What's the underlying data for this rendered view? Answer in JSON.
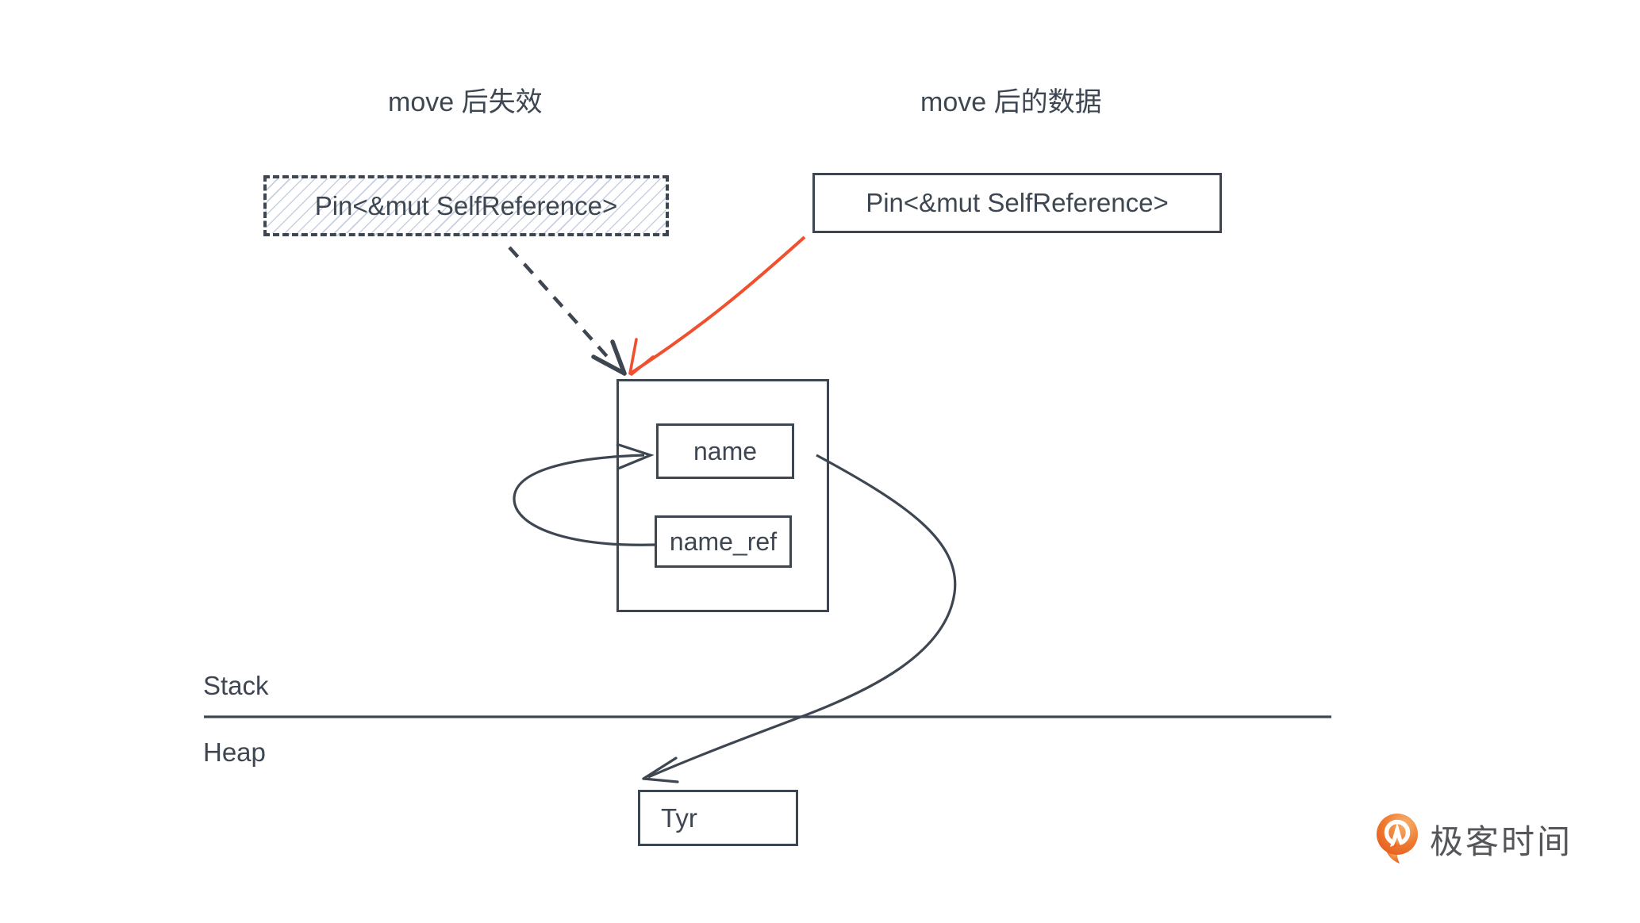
{
  "titles": {
    "left": "move 后失效",
    "right": "move 后的数据"
  },
  "pin_boxes": {
    "invalidated": "Pin<&mut SelfReference>",
    "moved": "Pin<&mut SelfReference>"
  },
  "struct_box": {
    "field_name": "name",
    "field_name_ref": "name_ref"
  },
  "heap_box": {
    "value": "Tyr"
  },
  "memory_regions": {
    "stack": "Stack",
    "heap": "Heap"
  },
  "logo": {
    "text": "极客时间"
  },
  "colors": {
    "ink": "#3E4751",
    "accent_orange": "#F0502E",
    "hatch": "#C7CFE0",
    "logo_orange": "#ED6F2D",
    "logo_text": "#54565A"
  }
}
